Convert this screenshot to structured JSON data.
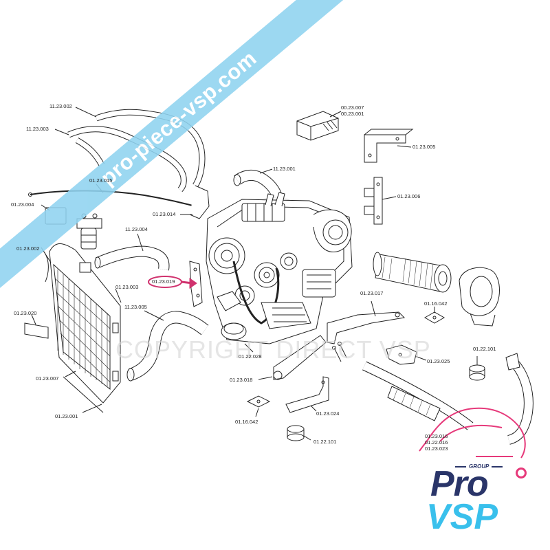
{
  "labels": {
    "l_11_23_002": "11.23.002",
    "l_11_23_003": "11.23.003",
    "l_00_23_007": "00.23.007",
    "l_00_23_001": "00.23.001",
    "l_01_23_005": "01.23.005",
    "l_11_23_001": "11.23.001",
    "l_01_23_015": "01.23.015",
    "l_01_23_006": "01.23.006",
    "l_01_23_004": "01.23.004",
    "l_01_23_014": "01.23.014",
    "l_11_23_004": "11.23.004",
    "l_01_23_002": "01.23.002",
    "l_01_23_019": "01.23.019",
    "l_01_23_003": "01.23.003",
    "l_11_23_005": "11.23.005",
    "l_01_23_017": "01.23.017",
    "l_01_16_042_a": "01.16.042",
    "l_01_23_020": "01.23.020",
    "l_01_22_028": "01.22.028",
    "l_01_23_025": "01.23.025",
    "l_01_22_101_a": "01.22.101",
    "l_01_23_007": "01.23.007",
    "l_01_23_018": "01.23.018",
    "l_01_23_024": "01.23.024",
    "l_01_16_042_b": "01.16.042",
    "l_01_23_001": "01.23.001",
    "l_01_22_101_b": "01.22.101",
    "l_01_23_016": "01.23.016",
    "l_01_22_016": "01.22.016",
    "l_01_23_023": "01.23.023"
  },
  "watermark": {
    "banner_text": "pro-piece-vsp.com",
    "copyright_text": "COPYRIGHT DIRECT VSP"
  },
  "logo": {
    "group_text": "GROUP",
    "pro_text": "Pro",
    "vsp_text": "VSP"
  },
  "colors": {
    "highlight": "#d0326e",
    "banner": "#8fd3f0",
    "logo_navy": "#2a3569",
    "logo_cyan": "#39c0ec",
    "logo_pink": "#e6397a",
    "line": "#222222"
  }
}
